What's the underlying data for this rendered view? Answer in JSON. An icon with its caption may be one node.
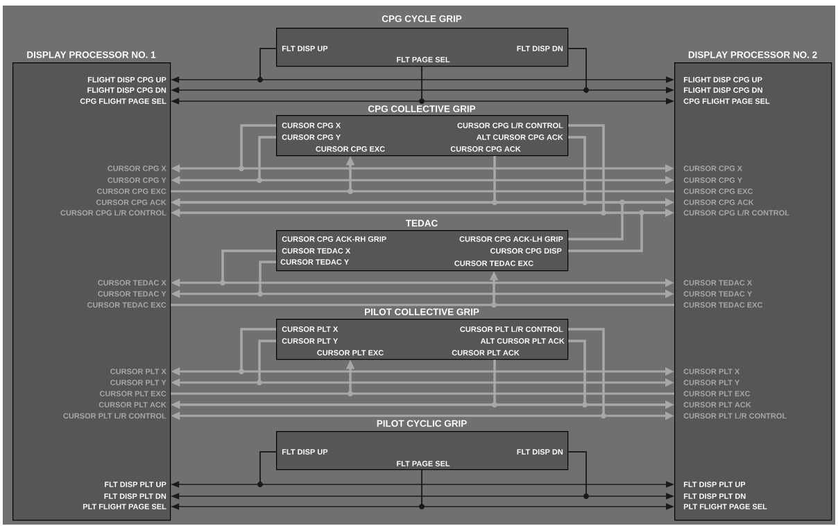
{
  "diagram": {
    "nodes": [
      {
        "text": [
          "CPG CYCLE GRIP",
          "FLT DISP UP",
          "FLT DISP DN",
          "FLT PAGE SEL"
        ]
      },
      {
        "text": [
          "DISPLAY PROCESSOR NO. 1",
          "FLIGHT DISP CPG UP",
          "FLIGHT DISP CPG DN",
          "CPG FLIGHT PAGE SEL",
          "CURSOR CPG X",
          "CURSOR CPG Y",
          "CURSOR CPG EXC",
          "CURSOR CPG ACK",
          "CURSOR CPG L/R CONTROL",
          "CURSOR TEDAC X",
          "CURSOR TEDAC Y",
          "CURSOR TEDAC EXC",
          "CURSOR PLT X",
          "CURSOR PLT Y",
          "CURSOR PLT EXC",
          "CURSOR PLT ACK",
          "CURSOR PLT L/R CONTROL",
          "FLT DISP PLT UP",
          "FLT DISP PLT DN",
          "PLT FLIGHT PAGE SEL"
        ]
      },
      {
        "text": [
          "DISPLAY PROCESSOR NO. 2",
          "FLIGHT DISP CPG UP",
          "FLIGHT DISP CPG DN",
          "CPG FLIGHT PAGE SEL",
          "CURSOR CPG X",
          "CURSOR CPG Y",
          "CURSOR CPG EXC",
          "CURSOR CPG ACK",
          "CURSOR CPG L/R CONTROL",
          "CURSOR TEDAC X",
          "CURSOR TEDAC Y",
          "CURSOR TEDAC EXC",
          "CURSOR PLT X",
          "CURSOR PLT Y",
          "CURSOR PLT EXC",
          "CURSOR PLT ACK",
          "CURSOR PLT L/R CONTROL",
          "FLT DISP PLT UP",
          "FLT DISP PLT DN",
          "PLT FLIGHT PAGE SEL"
        ]
      },
      {
        "text": [
          "CPG COLLECTIVE GRIP",
          "CURSOR CPG X",
          "CURSOR CPG L/R CONTROL",
          "CURSOR CPG Y",
          "ALT CURSOR CPG ACK",
          "CURSOR CPG EXC",
          "CURSOR CPG ACK"
        ]
      },
      {
        "text": [
          "TEDAC",
          "CURSOR CPG ACK-RH GRIP",
          "CURSOR CPG ACK-LH GRIP",
          "CURSOR TEDAC X",
          "CURSOR CPG DISP",
          "CURSOR TEDAC Y",
          "CURSOR TEDAC EXC"
        ]
      },
      {
        "text": [
          "PILOT COLLECTIVE GRIP",
          "CURSOR PLT X",
          "CURSOR PLT L/R CONTROL",
          "CURSOR PLT Y",
          "ALT CURSOR PLT ACK",
          "CURSOR PLT EXC",
          "CURSOR PLT ACK"
        ]
      },
      {
        "text": [
          "PILOT CYCLIC GRIP",
          "FLT DISP UP",
          "FLT DISP DN",
          "FLT PAGE SEL"
        ]
      }
    ],
    "edges": [
      {
        "from": 0,
        "to": 1,
        "arrow": "to",
        "color": "#1a1a1a"
      },
      {
        "from": 0,
        "to": 2,
        "arrow": "to",
        "color": "#1a1a1a"
      },
      {
        "from": 0,
        "to": 1,
        "arrow": "to",
        "color": "#1a1a1a"
      },
      {
        "from": 0,
        "to": 2,
        "arrow": "to",
        "color": "#1a1a1a"
      },
      {
        "from": 0,
        "to": 1,
        "arrow": "to",
        "color": "#1a1a1a"
      },
      {
        "from": 0,
        "to": 2,
        "arrow": "to",
        "color": "#1a1a1a"
      },
      {
        "from": 3,
        "to": 1,
        "arrow": "to"
      },
      {
        "from": 3,
        "to": 2,
        "arrow": "to"
      },
      {
        "from": 3,
        "to": 1,
        "arrow": "to"
      },
      {
        "from": 3,
        "to": 2,
        "arrow": "to"
      },
      {
        "from": 1,
        "to": 3,
        "arrow": "to"
      },
      {
        "from": 2,
        "to": 3,
        "arrow": "to"
      },
      {
        "from": 3,
        "to": 1,
        "arrow": "to"
      },
      {
        "from": 3,
        "to": 2,
        "arrow": "to"
      },
      {
        "from": 3,
        "to": 1,
        "arrow": "to"
      },
      {
        "from": 3,
        "to": 2,
        "arrow": "to"
      },
      {
        "from": 3,
        "to": 1,
        "arrow": "to"
      },
      {
        "from": 3,
        "to": 2,
        "arrow": "to"
      },
      {
        "from": 4,
        "to": 1,
        "arrow": "to"
      },
      {
        "from": 4,
        "to": 2,
        "arrow": "to"
      },
      {
        "from": 4,
        "to": 1,
        "arrow": "to"
      },
      {
        "from": 4,
        "to": 2,
        "arrow": "to"
      },
      {
        "from": 4,
        "to": 1,
        "arrow": "to"
      },
      {
        "from": 4,
        "to": 2,
        "arrow": "to"
      },
      {
        "from": 4,
        "to": 1,
        "arrow": "to"
      },
      {
        "from": 4,
        "to": 2,
        "arrow": "to"
      },
      {
        "from": 1,
        "to": 4,
        "arrow": "to"
      },
      {
        "from": 2,
        "to": 4,
        "arrow": "to"
      },
      {
        "from": 5,
        "to": 1,
        "arrow": "to"
      },
      {
        "from": 5,
        "to": 2,
        "arrow": "to"
      },
      {
        "from": 5,
        "to": 1,
        "arrow": "to"
      },
      {
        "from": 5,
        "to": 2,
        "arrow": "to"
      },
      {
        "from": 1,
        "to": 5,
        "arrow": "to"
      },
      {
        "from": 2,
        "to": 5,
        "arrow": "to"
      },
      {
        "from": 5,
        "to": 1,
        "arrow": "to"
      },
      {
        "from": 5,
        "to": 2,
        "arrow": "to"
      },
      {
        "from": 5,
        "to": 1,
        "arrow": "to"
      },
      {
        "from": 5,
        "to": 2,
        "arrow": "to"
      },
      {
        "from": 5,
        "to": 1,
        "arrow": "to"
      },
      {
        "from": 5,
        "to": 2,
        "arrow": "to"
      },
      {
        "from": 6,
        "to": 1,
        "arrow": "to",
        "color": "#1a1a1a"
      },
      {
        "from": 6,
        "to": 2,
        "arrow": "to",
        "color": "#1a1a1a"
      },
      {
        "from": 6,
        "to": 1,
        "arrow": "to",
        "color": "#1a1a1a"
      },
      {
        "from": 6,
        "to": 2,
        "arrow": "to",
        "color": "#1a1a1a"
      },
      {
        "from": 6,
        "to": 1,
        "arrow": "to",
        "color": "#1a1a1a"
      },
      {
        "from": 6,
        "to": 2,
        "arrow": "to",
        "color": "#1a1a1a"
      }
    ]
  }
}
